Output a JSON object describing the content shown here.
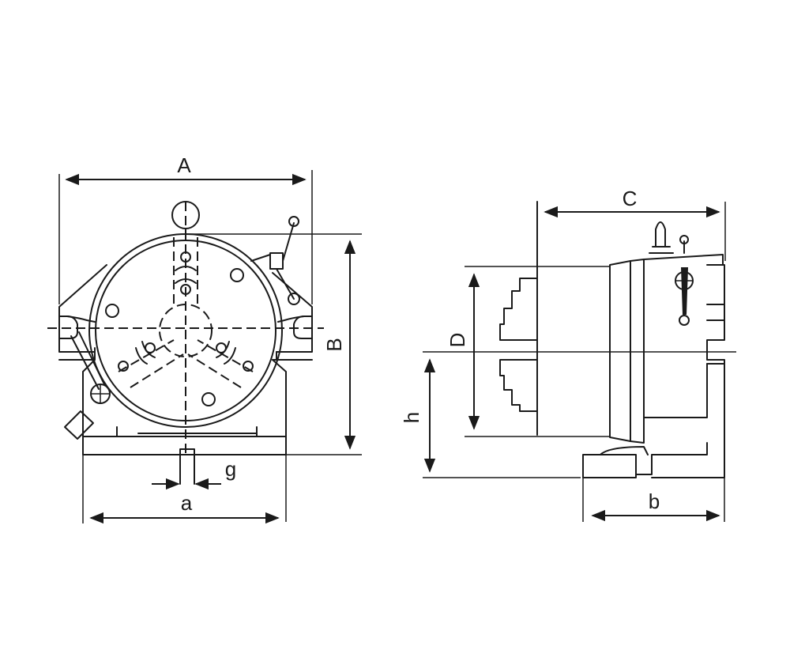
{
  "labels": {
    "A": "A",
    "B": "B",
    "C": "C",
    "D": "D",
    "h": "h",
    "g": "g",
    "a": "a",
    "b": "b"
  },
  "colors": {
    "line": "#1a1a1a",
    "background": "#ffffff"
  }
}
